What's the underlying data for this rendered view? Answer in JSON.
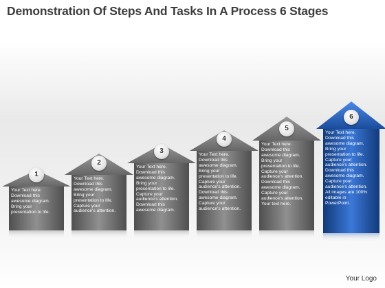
{
  "title": "Demonstration Of Steps And Tasks In A Process 6 Stages",
  "logo": "Your Logo",
  "colors": {
    "gray_house": "#7a7a7a",
    "gray_house_dark": "#4f4f4f",
    "blue_house": "#1f4f9c",
    "blue_house_light": "#3b78d8"
  },
  "stages": [
    {
      "number": "1",
      "lines": [
        "Your Text here.",
        "Download this",
        "awesome diagram.",
        "Bring your",
        "presentation to life."
      ]
    },
    {
      "number": "2",
      "lines": [
        "Your Text here.",
        "Download this",
        "awesome diagram.",
        "Bring your",
        "presentation to life.",
        "Capture your",
        "audience's attention."
      ]
    },
    {
      "number": "3",
      "lines": [
        "Your Text here.",
        "Download this",
        "awesome diagram.",
        "Bring your",
        "presentation to life.",
        "Capture your",
        "audience's attention.",
        "Download this",
        "awesome diagram."
      ]
    },
    {
      "number": "4",
      "lines": [
        "Your Text here.",
        "Download this",
        "awesome diagram.",
        "Bring your",
        "presentation to life.",
        "Capture your",
        "audience's attention.",
        "Download this",
        "awesome diagram.",
        "Capture your",
        "audience's attention."
      ]
    },
    {
      "number": "5",
      "lines": [
        "Your Text here.",
        "Download this",
        "awesome diagram.",
        "Bring your",
        "presentation to life.",
        "Capture your",
        "audience's attention.",
        "Download this",
        "awesome diagram.",
        "Capture your",
        "audience's attention.",
        "Your text here."
      ]
    },
    {
      "number": "6",
      "lines": [
        "Your Text here.",
        "Download this",
        "awesome diagram.",
        "Bring your",
        "presentation to life.",
        "Capture your",
        "audience's attention.",
        "Download this",
        "awesome diagram.",
        "Capture your",
        "audience's attention.",
        "All images are 100%",
        "editable in",
        "PowerPoint."
      ]
    }
  ]
}
